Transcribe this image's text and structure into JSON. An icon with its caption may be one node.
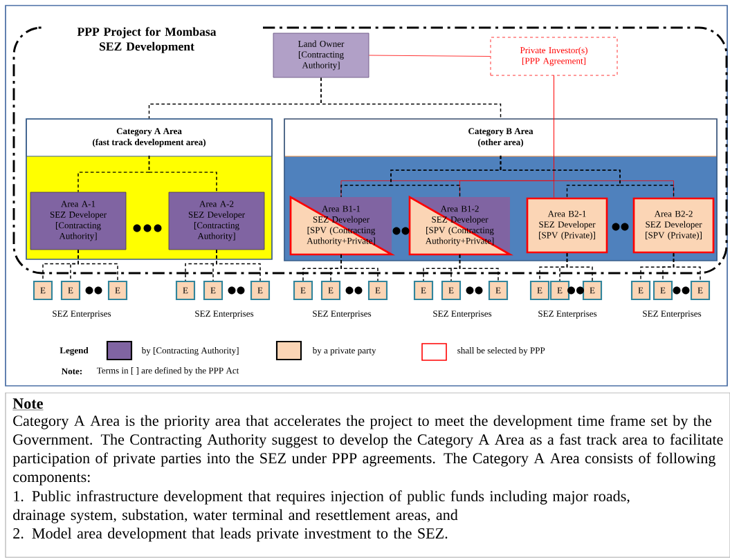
{
  "diagram": {
    "title": "PPP Project for Mombasa SEZ Development",
    "nodes": [
      {
        "text": [
          "Land Owner",
          "[Contracting Authority]"
        ]
      },
      {
        "text": [
          "Private Investor(s)",
          "[PPP Agreement]"
        ]
      },
      {
        "text": [
          "Category A Area",
          "(fast track development area)"
        ]
      },
      {
        "text": [
          "Category B Area",
          "(other area)"
        ]
      },
      {
        "text": [
          "Area A-1",
          "SEZ Developer",
          "[Contracting Authority]"
        ],
        "in": 2
      },
      {
        "text": [
          "Area A-2",
          "SEZ Developer",
          "[Contracting Authority]"
        ],
        "in": 2
      },
      {
        "text": [
          "Area B1-1",
          "SEZ Developer",
          "[SPV (Contracting Authority+Private]"
        ],
        "in": 3
      },
      {
        "text": [
          "Area B1-2",
          "SEZ Developer",
          "[SPV (Contracting Authority+Private]"
        ],
        "in": 3
      },
      {
        "text": [
          "Area B2-1",
          "SEZ Developer",
          "[SPV (Private)]"
        ],
        "in": 3
      },
      {
        "text": [
          "Area B2-2",
          "SEZ Developer",
          "[SPV (Private)]"
        ],
        "in": 3
      },
      {
        "text": [
          "E"
        ]
      },
      {
        "text": [
          "E"
        ]
      },
      {
        "text": [
          "E"
        ]
      },
      {
        "text": [
          "E"
        ]
      },
      {
        "text": [
          "E"
        ]
      },
      {
        "text": [
          "E"
        ]
      },
      {
        "text": [
          "E"
        ]
      },
      {
        "text": [
          "E"
        ]
      },
      {
        "text": [
          "E"
        ]
      },
      {
        "text": [
          "E"
        ]
      },
      {
        "text": [
          "E"
        ]
      },
      {
        "text": [
          "E"
        ]
      },
      {
        "text": [
          "E"
        ]
      },
      {
        "text": [
          "E"
        ]
      },
      {
        "text": [
          "E"
        ]
      },
      {
        "text": [
          "E"
        ]
      },
      {
        "text": [
          "E"
        ]
      },
      {
        "text": [
          "E"
        ]
      }
    ],
    "edges": [
      {
        "from": 0,
        "to": 1,
        "arrow": "none",
        "color": "#ff0000"
      },
      {
        "from": 0,
        "to": 2,
        "arrow": "none",
        "style": "dashed"
      },
      {
        "from": 0,
        "to": 3,
        "arrow": "none",
        "style": "dashed"
      },
      {
        "from": 1,
        "to": 6,
        "arrow": "none",
        "color": "#ff0000"
      },
      {
        "from": 1,
        "to": 7,
        "arrow": "none",
        "color": "#ff0000"
      },
      {
        "from": 1,
        "to": 8,
        "arrow": "none",
        "color": "#ff0000"
      },
      {
        "from": 1,
        "to": 9,
        "arrow": "none",
        "color": "#ff0000"
      },
      {
        "from": 2,
        "to": 4,
        "arrow": "none",
        "style": "dashed"
      },
      {
        "from": 2,
        "to": 5,
        "arrow": "none",
        "style": "dashed"
      },
      {
        "from": 3,
        "to": 6,
        "arrow": "none",
        "style": "dashed"
      },
      {
        "from": 3,
        "to": 7,
        "arrow": "none",
        "style": "dashed"
      },
      {
        "from": 3,
        "to": 8,
        "arrow": "none",
        "style": "dashed"
      },
      {
        "from": 3,
        "to": 9,
        "arrow": "none",
        "style": "dashed"
      },
      {
        "from": 4,
        "to": 10,
        "arrow": "none",
        "style": "dashed"
      },
      {
        "from": 4,
        "to": 11,
        "arrow": "none",
        "style": "dashed"
      },
      {
        "from": 4,
        "to": 12,
        "arrow": "none",
        "style": "dashed"
      },
      {
        "from": 5,
        "to": 13,
        "arrow": "none",
        "style": "dashed"
      },
      {
        "from": 5,
        "to": 14,
        "arrow": "none",
        "style": "dashed"
      },
      {
        "from": 5,
        "to": 15,
        "arrow": "none",
        "style": "dashed"
      },
      {
        "from": 6,
        "to": 16,
        "arrow": "none",
        "style": "dashed"
      },
      {
        "from": 6,
        "to": 17,
        "arrow": "none",
        "style": "dashed"
      },
      {
        "from": 6,
        "to": 18,
        "arrow": "none",
        "style": "dashed"
      },
      {
        "from": 7,
        "to": 19,
        "arrow": "none",
        "style": "dashed"
      },
      {
        "from": 7,
        "to": 20,
        "arrow": "none",
        "style": "dashed"
      },
      {
        "from": 7,
        "to": 21,
        "arrow": "none",
        "style": "dashed"
      },
      {
        "from": 8,
        "to": 22,
        "arrow": "none",
        "style": "dashed"
      },
      {
        "from": 8,
        "to": 23,
        "arrow": "none",
        "style": "dashed"
      },
      {
        "from": 8,
        "to": 24,
        "arrow": "none",
        "style": "dashed"
      },
      {
        "from": 9,
        "to": 25,
        "arrow": "none",
        "style": "dashed"
      },
      {
        "from": 9,
        "to": 26,
        "arrow": "none",
        "style": "dashed"
      },
      {
        "from": 9,
        "to": 27,
        "arrow": "none",
        "style": "dashed"
      }
    ],
    "labels": [
      "SEZ Enterprises",
      "SEZ Enterprises",
      "SEZ Enterprises",
      "SEZ Enterprises",
      "SEZ Enterprises",
      "SEZ Enterprises",
      "Legend",
      "Note:",
      "Terms in [ ] are defined by the PPP Act",
      "Note",
      "Category A Area is the priority area that accelerates the project to meet the development time frame set by the Government. The Contracting Authority suggest to develop the Category A Area as a fast track area to facilitate participation of private parties into the SEZ under PPP agreements. The Category A Area consists of following components:",
      "1. Public infrastructure development that requires injection of public funds including major roads, drainage system, substation, water terminal and resettlement areas, and",
      "2. Model area development that leads private investment to the SEZ."
    ],
    "legend": [
      {
        "text": "by [Contracting Authority]",
        "color": "#8064a2"
      },
      {
        "text": "by a private party",
        "color": "#fbd5b5"
      },
      {
        "text": "shall be selected by PPP"
      }
    ]
  }
}
